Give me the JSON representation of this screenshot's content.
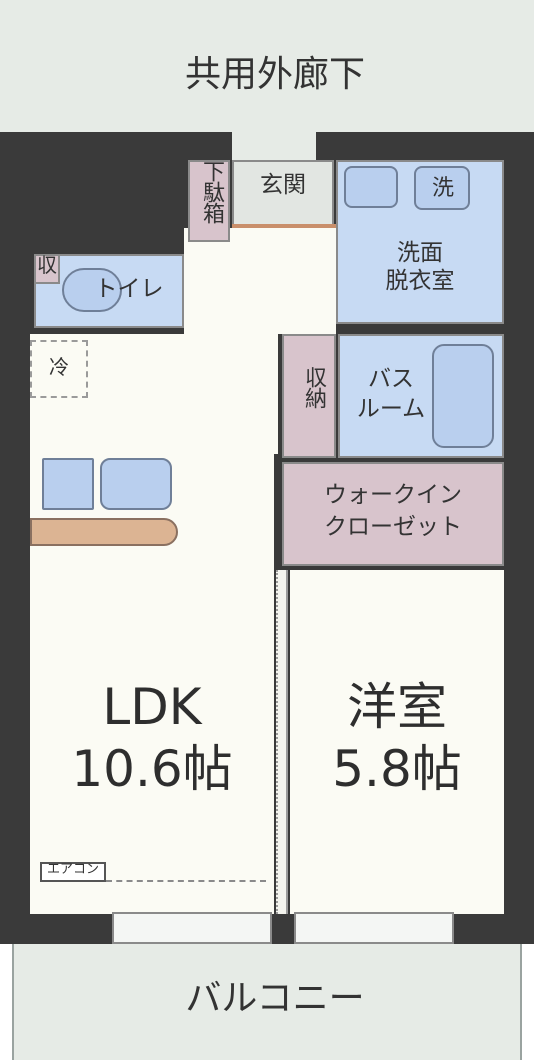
{
  "corridor": "共用外廊下",
  "balcony": "バルコニー",
  "entrance": "玄関",
  "shoe_box": "下駄箱",
  "storage_short": "収",
  "toilet": "トイレ",
  "washroom_line1": "洗面",
  "washroom_line2": "脱衣室",
  "washer": "洗",
  "storage": "収納",
  "bath_line1": "バス",
  "bath_line2": "ルーム",
  "walk_in_line1": "ウォークイン",
  "walk_in_line2": "クローゼット",
  "fridge": "冷",
  "ldk_line1": "LDK",
  "ldk_line2": "10.6帖",
  "western_line1": "洋室",
  "western_line2": "5.8帖",
  "aircon": "エアコン",
  "colors": {
    "wall": "#3a3a3a",
    "wet_area": "#c7daf3",
    "storage": "#d8c4cc",
    "room": "#fbfbf4",
    "outdoor": "#e6ebe6",
    "counter": "#dcb493"
  }
}
